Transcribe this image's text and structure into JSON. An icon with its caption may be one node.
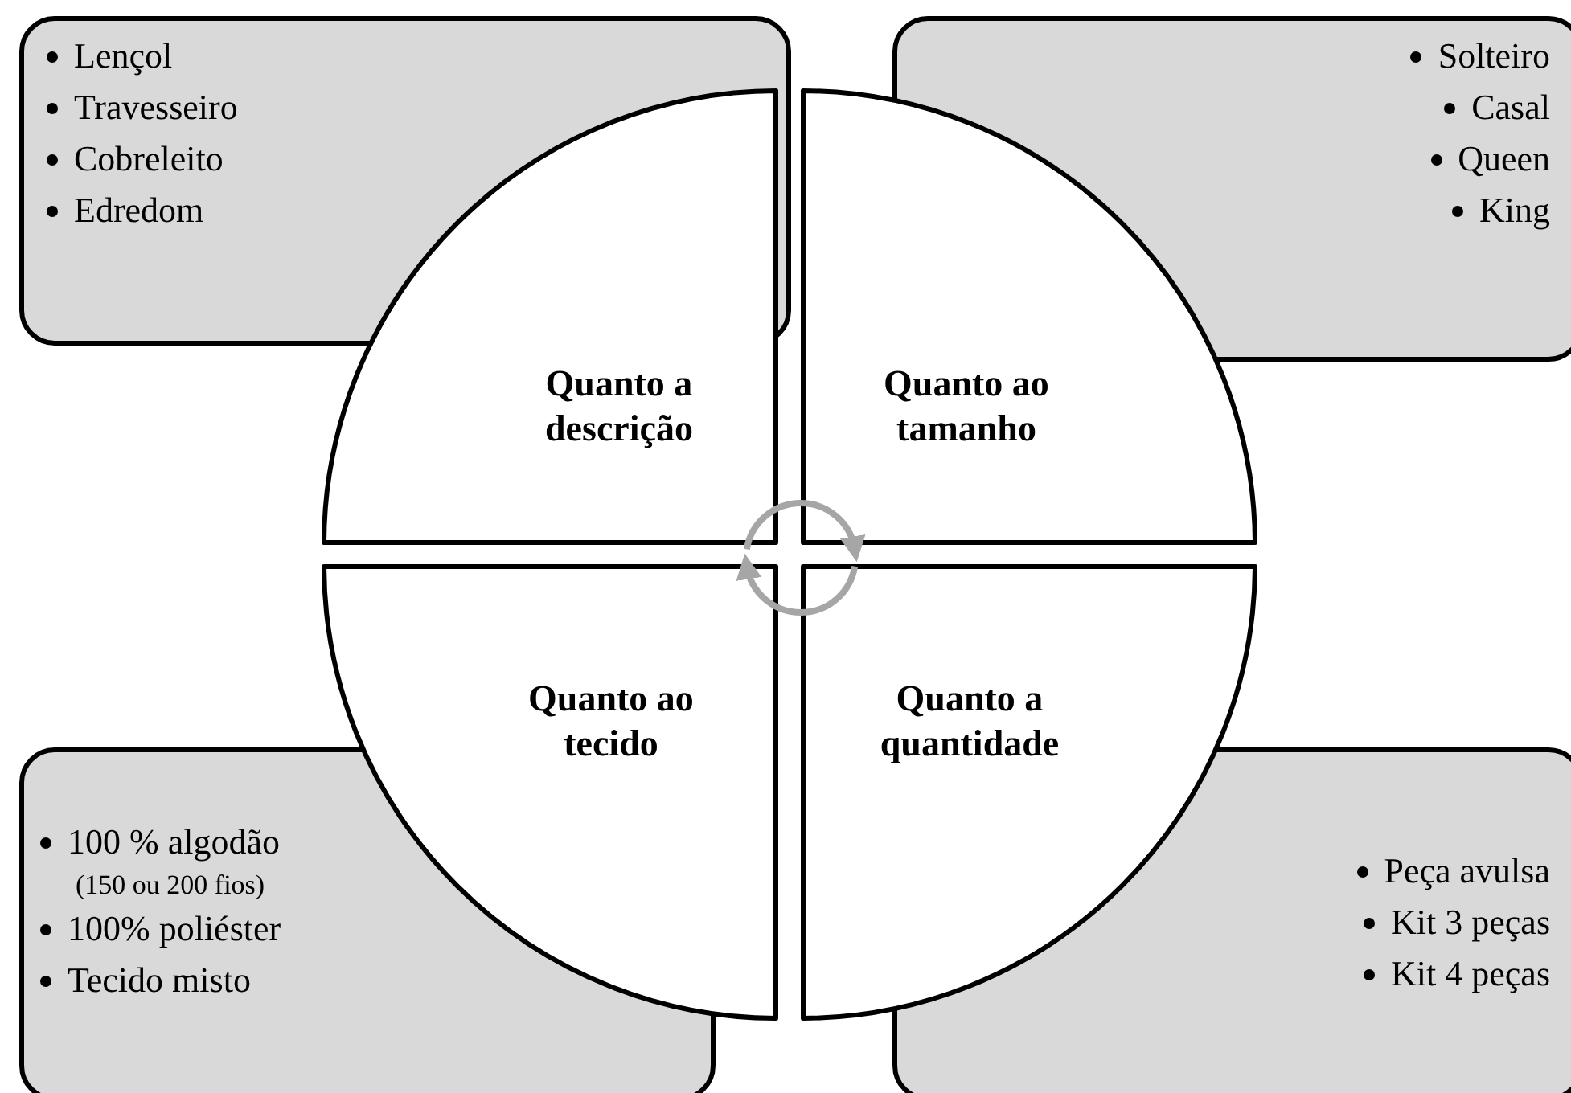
{
  "diagram": {
    "nodes": [
      {
        "text": [
          "Lençol",
          "Travesseiro",
          "Cobreleito",
          "Edredom"
        ]
      },
      {
        "text": [
          "Solteiro",
          "Casal",
          "Queen",
          "King"
        ]
      },
      {
        "text": [
          "Quanto a descrição"
        ]
      },
      {
        "text": [
          "Quanto ao tamanho"
        ]
      },
      {
        "text": [
          "Quanto ao tecido"
        ]
      },
      {
        "text": [
          "Quanto a quantidade"
        ]
      },
      {
        "text": [
          "100 % algodão",
          "(150 ou 200 fios)",
          "100% poliéster",
          "Tecido misto"
        ]
      },
      {
        "text": [
          "Peça avulsa",
          "Kit 3 peças",
          "Kit 4 peças"
        ]
      }
    ],
    "edges": [
      {
        "from": 2,
        "to": 3,
        "arrow": "to"
      },
      {
        "from": 5,
        "to": 4,
        "arrow": "to"
      }
    ]
  }
}
